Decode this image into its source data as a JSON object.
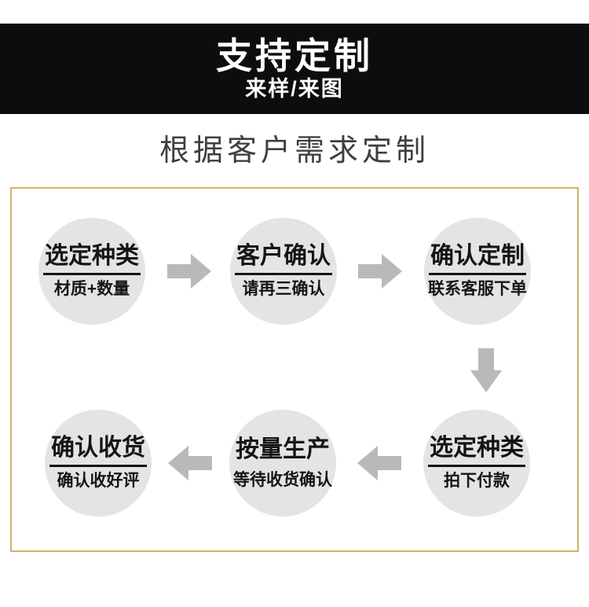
{
  "banner": {
    "title": "支持定制",
    "subtitle": "来样/来图"
  },
  "section": {
    "title": "根据客户需求定制"
  },
  "flow": {
    "steps": [
      {
        "title": "选定种类",
        "subtitle": "材质+数量",
        "divider": true
      },
      {
        "title": "客户确认",
        "subtitle": "请再三确认",
        "divider": true
      },
      {
        "title": "确认定制",
        "subtitle": "联系客服下单",
        "divider": true
      },
      {
        "title": "选定种类",
        "subtitle": "拍下付款",
        "divider": true
      },
      {
        "title": "按量生产",
        "subtitle": "等待收货确认",
        "divider": false
      },
      {
        "title": "确认收货",
        "subtitle": "确认收好评",
        "divider": true
      }
    ]
  },
  "colors": {
    "banner_bg": "#0d0d0d",
    "box_border": "#d3b269",
    "circle_fill": "#e4e4e4",
    "arrow_fill": "#b9b9b9",
    "text_dark": "#151515",
    "section_title": "#3e3e3e"
  }
}
